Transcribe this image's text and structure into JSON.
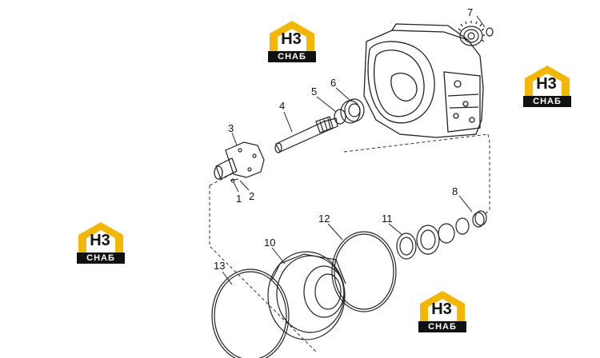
{
  "watermark": {
    "mark_text": "H3",
    "band_text": "СНАБ",
    "colors": {
      "roof": "#f2b705",
      "band": "#111111",
      "text": "#ffffff"
    },
    "instances": 4
  },
  "callouts": {
    "c1": "1",
    "c2": "2",
    "c3": "3",
    "c4": "4",
    "c5": "5",
    "c6": "6",
    "c7": "7",
    "c8": "8",
    "c10": "10",
    "c11": "11",
    "c12": "12",
    "c13": "13"
  },
  "colors": {
    "line": "#222222",
    "paper": "#ffffff"
  }
}
